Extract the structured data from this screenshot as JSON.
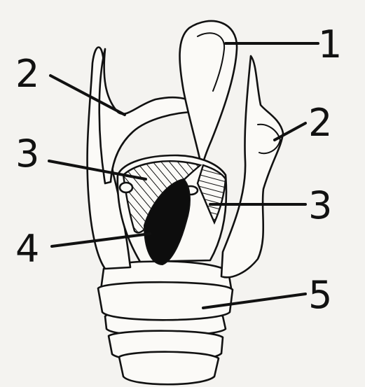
{
  "labels": {
    "epiglottis": "1",
    "arytenoid_left": "2",
    "arytenoid_right": "2",
    "vocal_fold_left": "3",
    "vocal_fold_right": "3",
    "glottis": "4",
    "trachea": "5"
  }
}
